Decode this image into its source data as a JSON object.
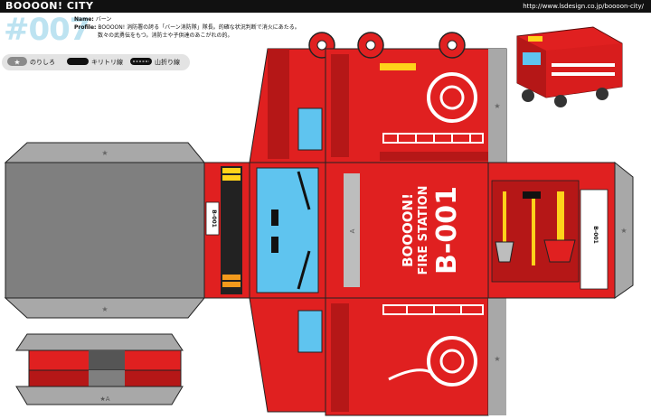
{
  "header": {
    "brand": "BOOOON! CITY",
    "url": "http://www.lsdesign.co.jp/boooon-city/"
  },
  "item_number": "#007",
  "profile": {
    "name_label": "Name:",
    "name_value": "バーン",
    "profile_label": "Profile:",
    "profile_line1": "BOOOON! 消防署の誇る「バーン消防隊」隊長。的確な状況判断で消火にあたる。",
    "profile_line2": "数々の武勇伝をもつ。消防士や子供達のあこがれの的。"
  },
  "legend": [
    {
      "label": "のりしろ",
      "icon": "star-glue-icon"
    },
    {
      "label": "キリトリ線",
      "icon": "cut-line-icon"
    },
    {
      "label": "山折り線",
      "icon": "fold-line-icon"
    }
  ],
  "vehicle": {
    "station_line1": "BOOOON!",
    "station_line2": "FIRE STATION",
    "code": "B-001",
    "front_plate": "B-001",
    "side_plate": "B-001",
    "tab_marker": "A",
    "colors": {
      "body": "#e02020",
      "dark": "#b51717",
      "flap": "#8a8a8a",
      "window": "#5fc4ef",
      "siren": "#ffd21a",
      "stripe": "#f39a1c"
    }
  }
}
